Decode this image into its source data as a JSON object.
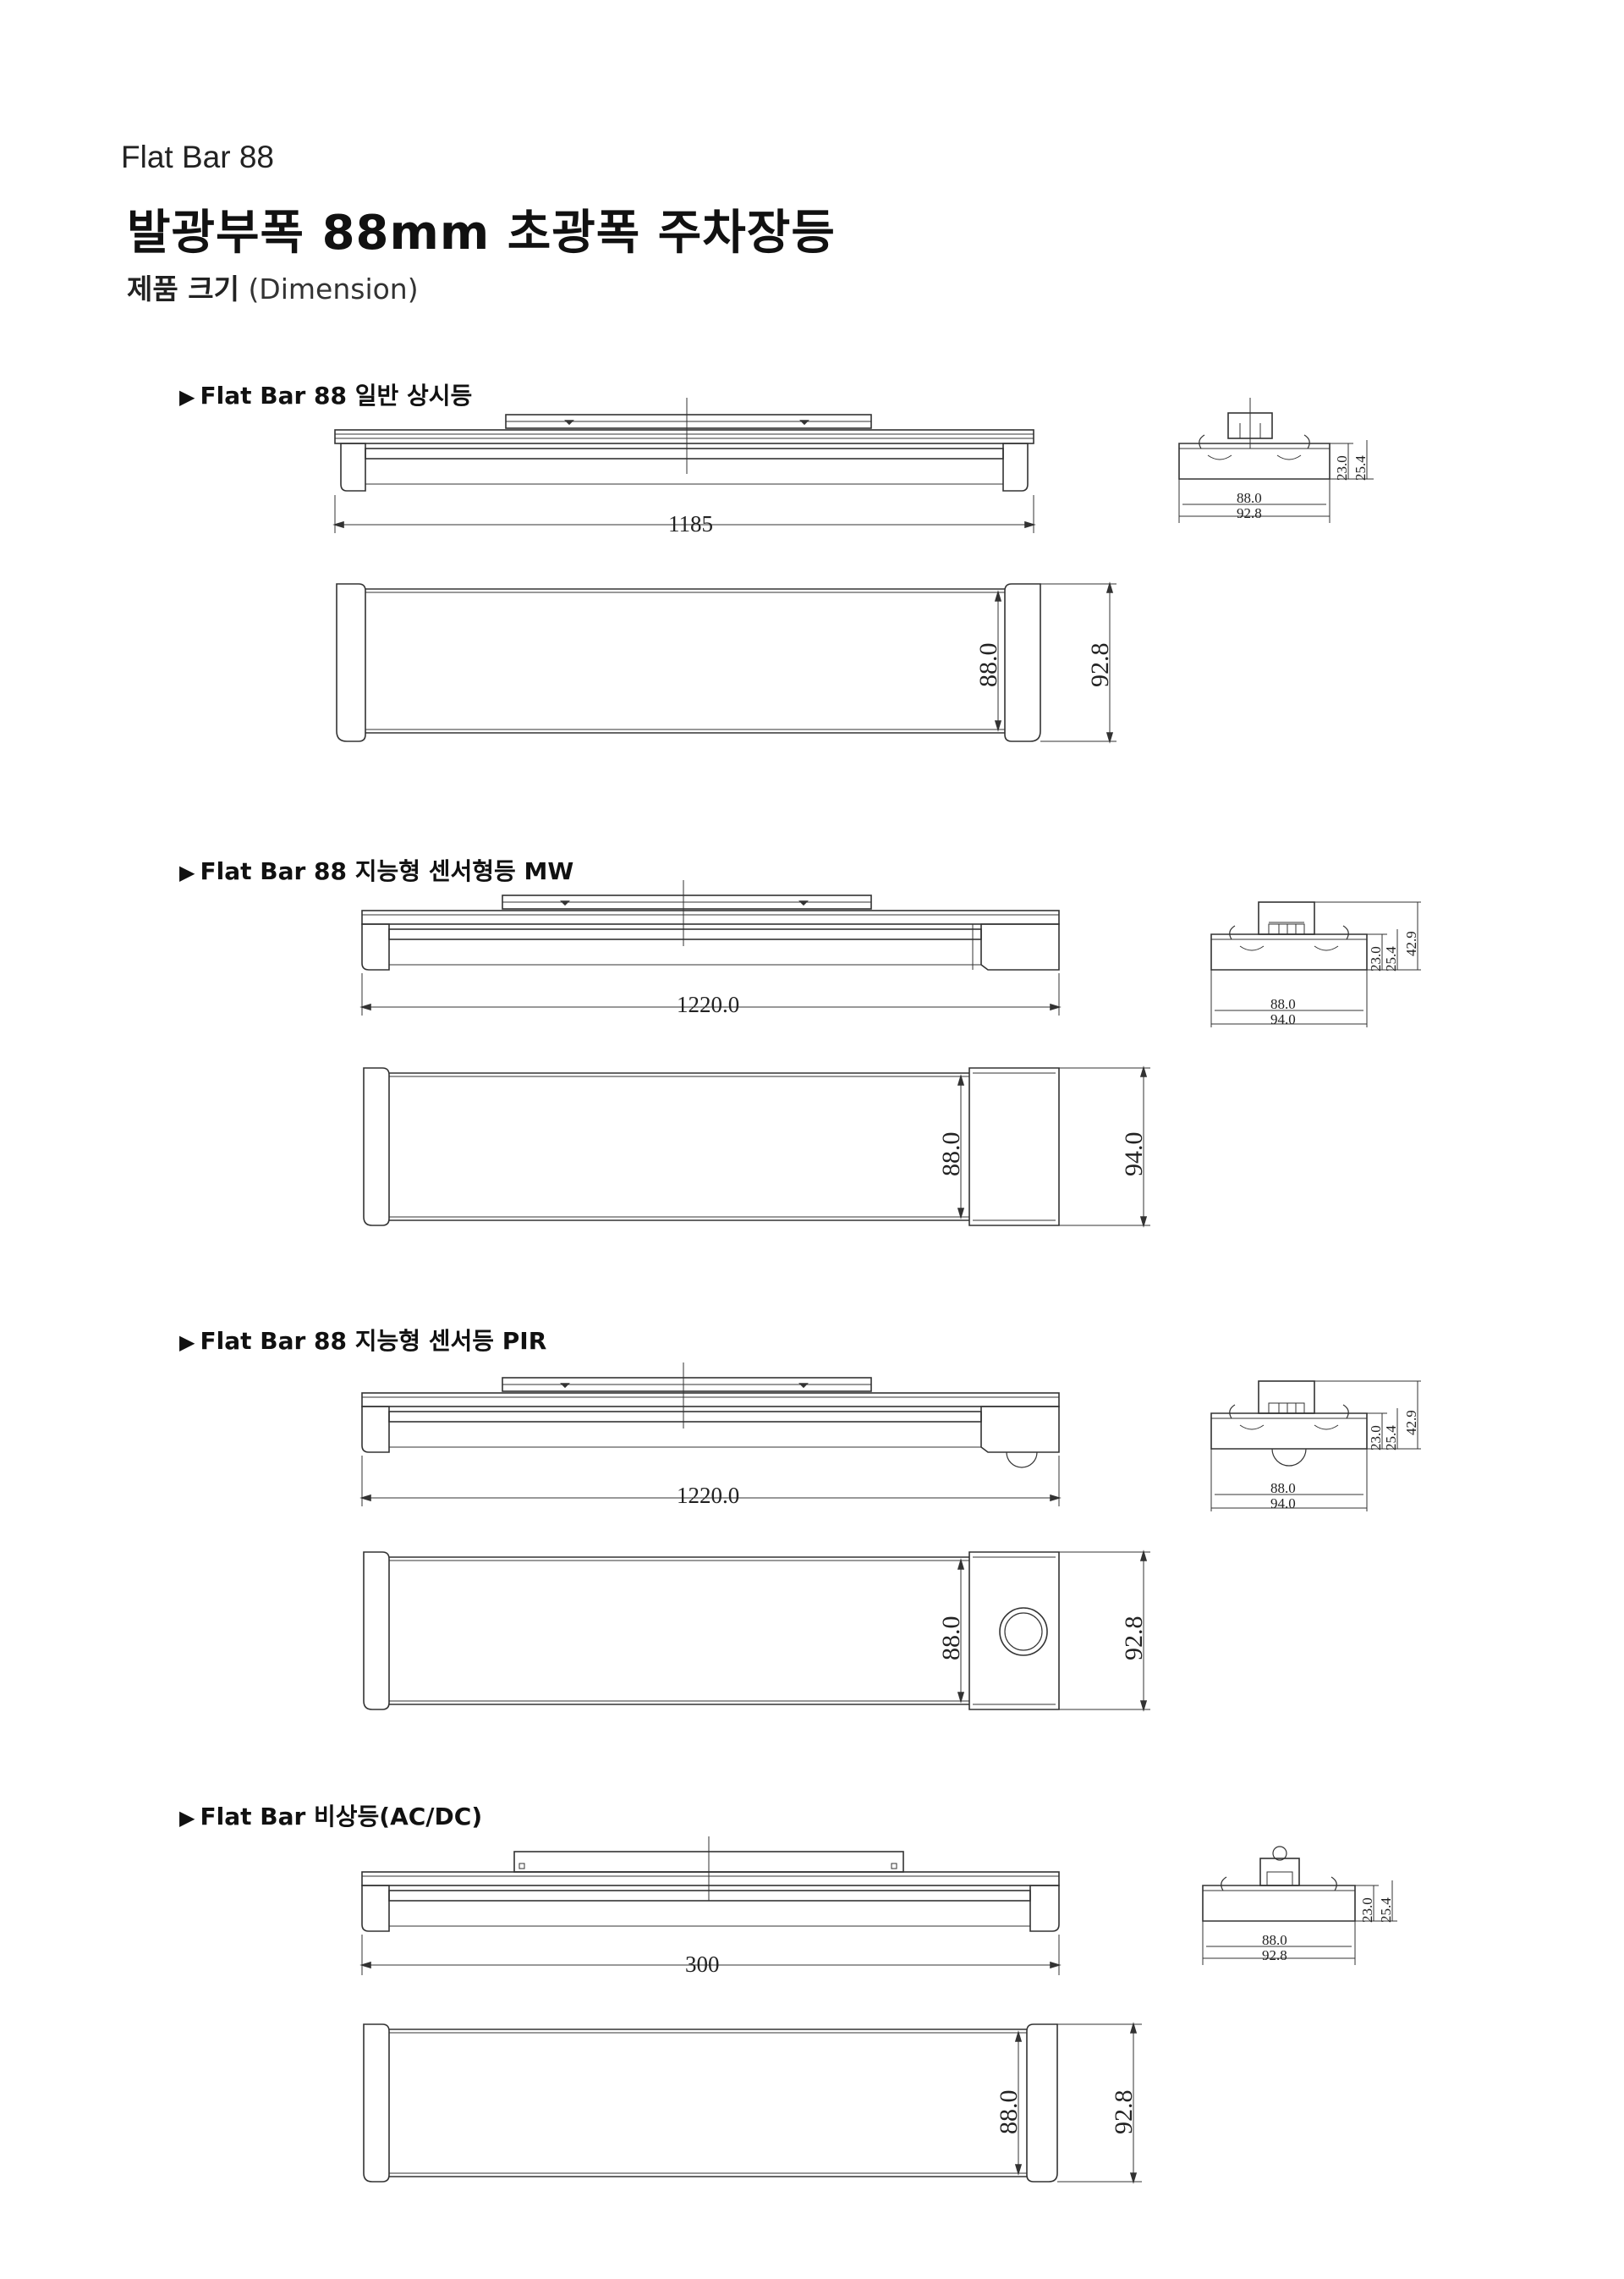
{
  "header": {
    "brand": "Flat Bar 88",
    "title": "발광부폭 88mm 초광폭 주차장등",
    "subtitle_ko": "제품 크기",
    "subtitle_en": "(Dimension)"
  },
  "sections": [
    {
      "heading": "Flat Bar 88 일반 상시등",
      "length_dim": "1185",
      "side_inner": "88.0",
      "side_outer": "92.8",
      "plan_inner": "88.0",
      "plan_outer": "92.8",
      "height_a": "23.0",
      "height_b": "25.4"
    },
    {
      "heading": "Flat Bar 88 지능형 센서형등 MW",
      "length_dim": "1220.0",
      "side_inner": "88.0",
      "side_outer": "94.0",
      "plan_inner": "88.0",
      "plan_outer": "94.0",
      "height_a": "23.0",
      "height_b": "25.4",
      "height_c": "42.9"
    },
    {
      "heading": "Flat Bar 88 지능형 센서등 PIR",
      "length_dim": "1220.0",
      "side_inner": "88.0",
      "side_outer": "94.0",
      "plan_inner": "88.0",
      "plan_outer": "92.8",
      "height_a": "23.0",
      "height_b": "25.4",
      "height_c": "42.9"
    },
    {
      "heading": "Flat Bar 비상등(AC/DC)",
      "length_dim": "300",
      "side_inner": "88.0",
      "side_outer": "92.8",
      "plan_inner": "88.0",
      "plan_outer": "92.8",
      "height_a": "23.0",
      "height_b": "25.4"
    }
  ]
}
